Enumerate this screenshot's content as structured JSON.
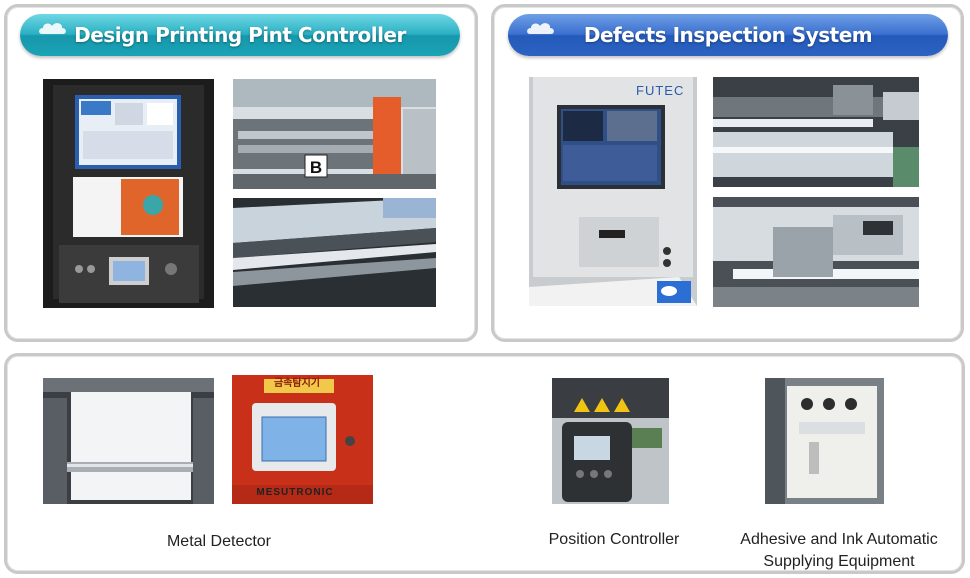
{
  "sections": {
    "printing": {
      "title": "Design Printing Pint Controller"
    },
    "inspection": {
      "title": "Defects Inspection System",
      "brand_label": "FUTEC"
    },
    "bottom": {
      "metal_detector": {
        "caption": "Metal Detector",
        "sign_label": "금속탐지기",
        "brand_label": "MESUTRONIC"
      },
      "position_controller": {
        "caption": "Position Controller"
      },
      "adhesive": {
        "caption": "Adhesive and Ink Automatic Supplying Equipment"
      }
    }
  },
  "photo_labels": {
    "machine_letter": "B"
  },
  "colors": {
    "pill_teal": "#1aa3b6",
    "pill_blue": "#2c63c2",
    "panel_border": "#c9c9c9"
  }
}
